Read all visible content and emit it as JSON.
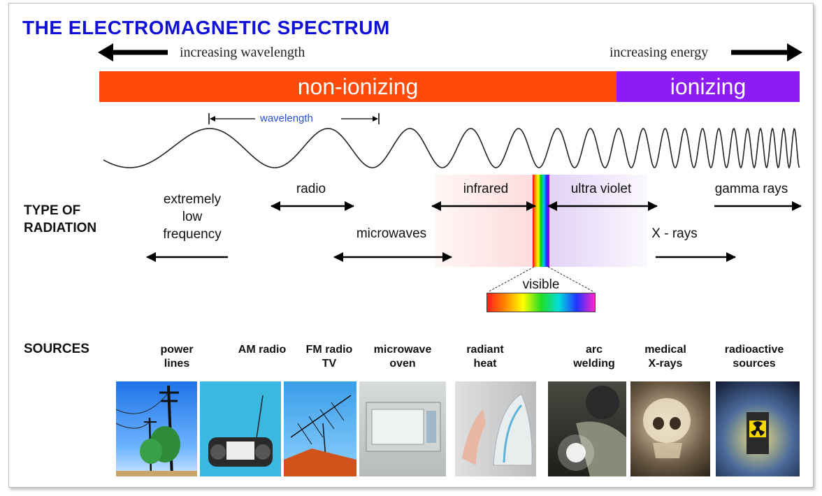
{
  "title": "THE ELECTROMAGNETIC SPECTRUM",
  "direction": {
    "left_label": "increasing wavelength",
    "right_label": "increasing energy"
  },
  "bands": {
    "non_ionizing": "non-ionizing",
    "ionizing": "ionizing",
    "non_ionizing_color": "#ff4a0a",
    "ionizing_color": "#8c1cf2"
  },
  "wave": {
    "label": "wavelength",
    "label_color": "#2a4fd6"
  },
  "type_section": {
    "heading": "TYPE OF\nRADIATION"
  },
  "radiation_types": {
    "elf": "extremely\nlow\nfrequency",
    "radio": "radio",
    "microwaves": "microwaves",
    "infrared": "infrared",
    "visible": "visible",
    "ultraviolet": "ultra violet",
    "xrays": "X - rays",
    "gamma": "gamma rays"
  },
  "sources_section": {
    "heading": "SOURCES"
  },
  "sources": [
    {
      "label": "power\nlines",
      "icon": "power-lines-photo"
    },
    {
      "label": "AM radio",
      "icon": "am-radio-photo"
    },
    {
      "label": "FM radio\nTV",
      "icon": "tv-antenna-photo"
    },
    {
      "label": "microwave\noven",
      "icon": "microwave-oven-photo"
    },
    {
      "label": "radiant\nheat",
      "icon": "radiant-heat-photo"
    },
    {
      "label": "arc\nwelding",
      "icon": "arc-welding-photo"
    },
    {
      "label": "medical\nX-rays",
      "icon": "medical-xray-photo"
    },
    {
      "label": "radioactive\nsources",
      "icon": "radioactive-photo"
    }
  ]
}
